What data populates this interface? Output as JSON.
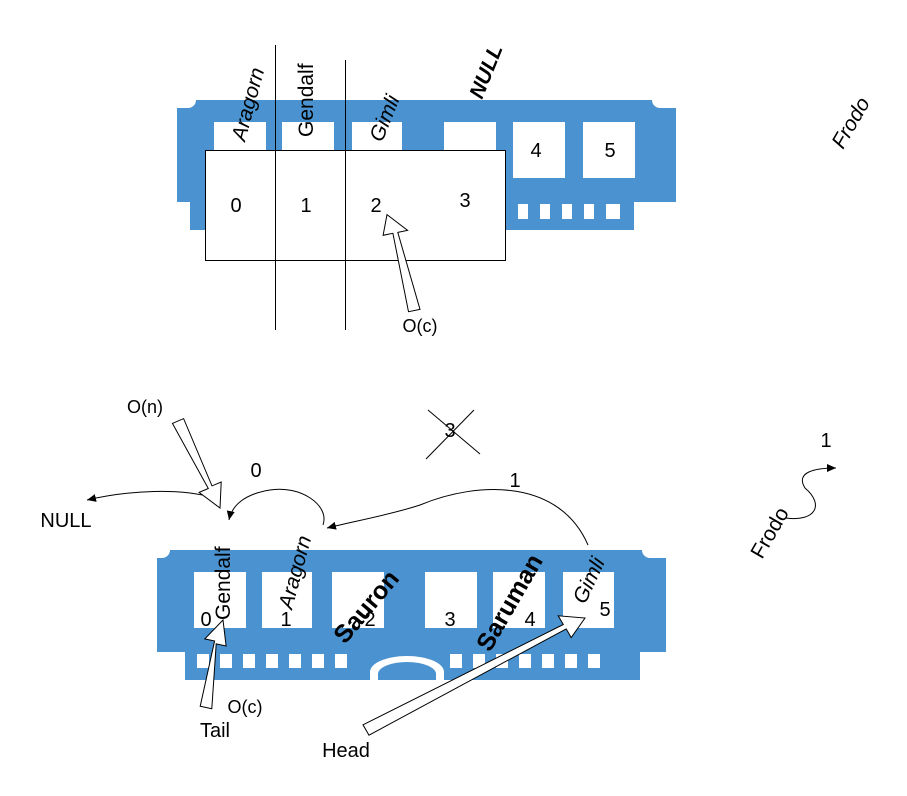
{
  "colors": {
    "ram": "#4A93D0",
    "slot": "#ffffff",
    "stroke": "#000000"
  },
  "top": {
    "names": [
      "Aragorn",
      "Gendalf",
      "Gimli",
      "NULL"
    ],
    "indices": [
      "0",
      "1",
      "2",
      "3",
      "4",
      "5"
    ],
    "arrow_label": "O(c)",
    "frodo": "Frodo"
  },
  "bottom": {
    "names": [
      "Gendalf",
      "Aragorn",
      "Sauron",
      "Saruman",
      "Gimli"
    ],
    "indices": [
      "0",
      "1",
      "2",
      "3",
      "4",
      "5"
    ],
    "crossed": "3",
    "link_labels": [
      "0",
      "1"
    ],
    "null_label": "NULL",
    "on_label": "O(n)",
    "oc_label": "O(c)",
    "tail": "Tail",
    "head": "Head",
    "frodo": "Frodo",
    "frodo_count": "1"
  }
}
